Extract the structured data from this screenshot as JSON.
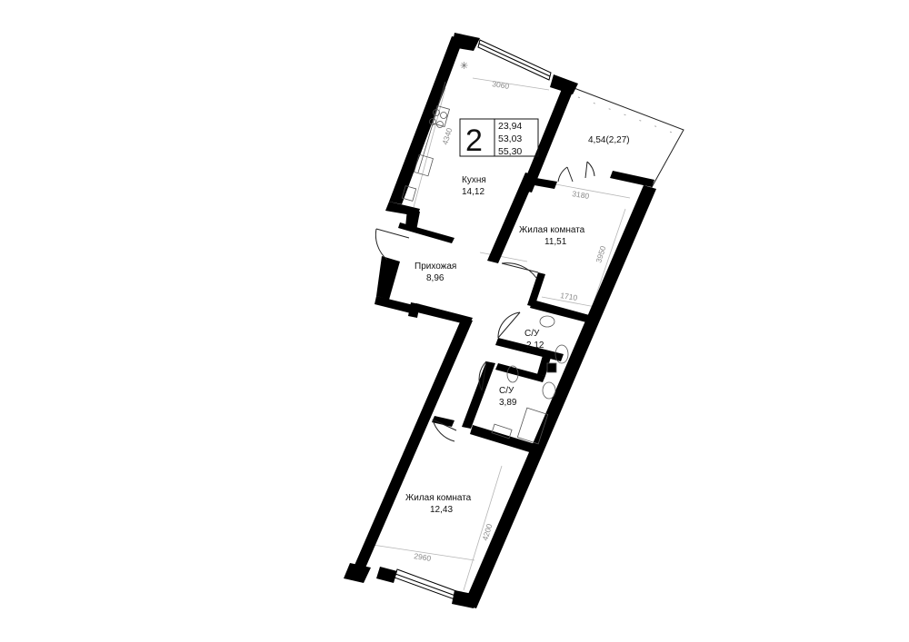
{
  "summary": {
    "rooms_count": "2",
    "living_area": "23,94",
    "total_area": "53,03",
    "total_area_with_balcony": "55,30"
  },
  "rooms": {
    "kitchen": {
      "name": "Кухня",
      "area": "14,12"
    },
    "living1": {
      "name": "Жилая комната",
      "area": "11,51"
    },
    "hallway": {
      "name": "Прихожая",
      "area": "8,96"
    },
    "bath1": {
      "name": "С/У",
      "area": "2,12"
    },
    "bath2": {
      "name": "С/У",
      "area": "3,89"
    },
    "living2": {
      "name": "Жилая комната",
      "area": "12,43"
    },
    "balcony": {
      "area": "4,54(2,27)"
    }
  },
  "dimensions": {
    "kitchen_width": "3060",
    "kitchen_length": "4340",
    "living1_width": "3180",
    "living1_length": "3950",
    "living1_short": "1710",
    "living2_width": "2960",
    "living2_length": "4200"
  },
  "colors": {
    "wall": "#000000",
    "line": "#9a9a9a",
    "background": "#ffffff"
  }
}
